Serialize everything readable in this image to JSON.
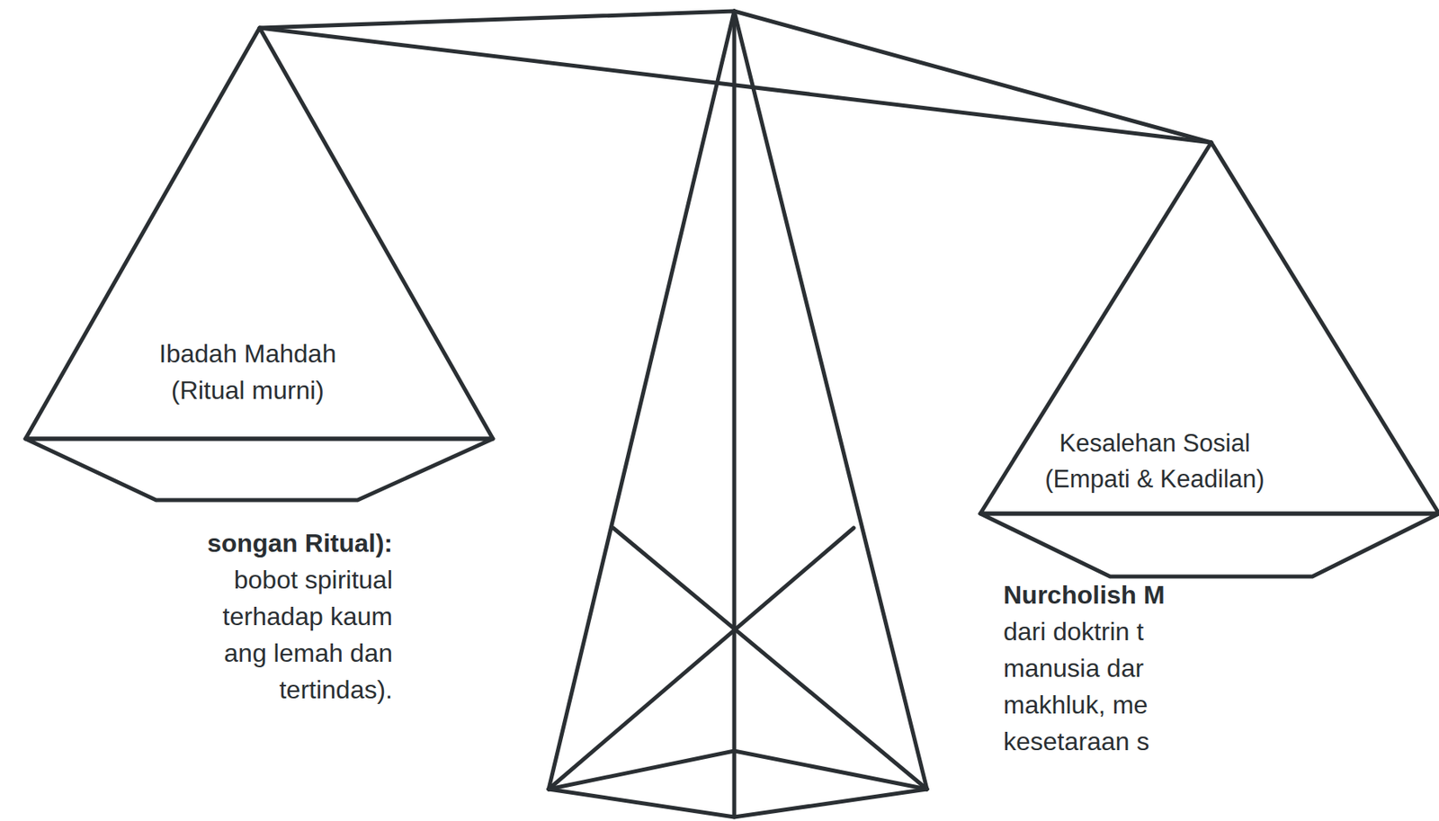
{
  "diagram": {
    "nodes": [
      {
        "text": [
          "Ibadah Mahdah",
          "(Ritual murni)"
        ]
      },
      {
        "text": [
          "Kesalehan Sosial",
          "(Empati & Keadilan)"
        ]
      }
    ],
    "labels": [
      "songan Ritual):",
      "bobot spiritual terhadap kaum ang lemah dan tertindas).",
      "Nurcholish M",
      "dari doktrin t manusia dar makhluk, me kesetaraan s"
    ]
  }
}
